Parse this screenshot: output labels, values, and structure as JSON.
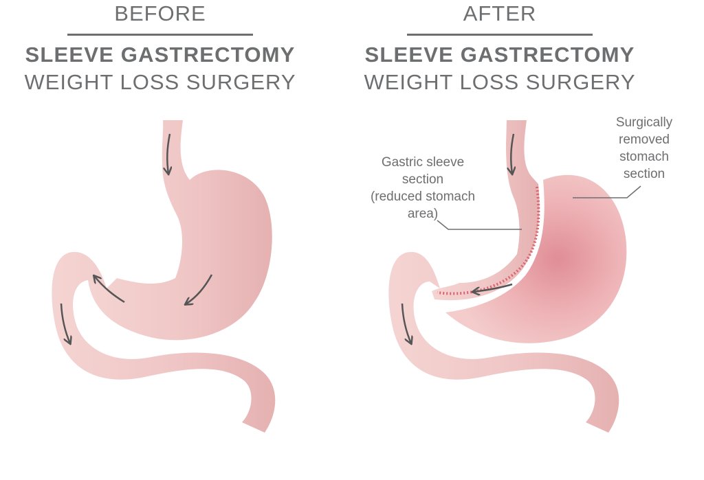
{
  "before": {
    "label": "BEFORE",
    "title_bold": "SLEEVE GASTRECTOMY",
    "title_light": "WEIGHT LOSS SURGERY"
  },
  "after": {
    "label": "AFTER",
    "title_bold": "SLEEVE GASTRECTOMY",
    "title_light": "WEIGHT LOSS SURGERY",
    "annotations": {
      "sleeve_lines": [
        "Gastric sleeve",
        "section",
        "(reduced stomach",
        "area)"
      ],
      "removed_lines": [
        "Surgically",
        "removed",
        "stomach",
        "section"
      ]
    }
  },
  "colors": {
    "text": "#6d6e70",
    "tissue_light": "#f2cfcd",
    "tissue_dark": "#e6b3b2",
    "removed_core": "#e0909a",
    "staples": "#d9636f",
    "arrow": "#555555",
    "background": "#ffffff"
  },
  "icons": [
    "flow-arrow-icon",
    "staple-line-icon"
  ]
}
